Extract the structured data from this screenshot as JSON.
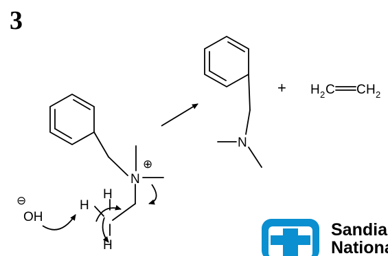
{
  "slide": {
    "step_number": "3"
  },
  "reactant": {
    "nitrogen": "N",
    "charge": "⊕",
    "h_top": "H",
    "h_bottom": "H",
    "h_left": "H"
  },
  "hydroxide": {
    "charge": "⊖",
    "label": "OH"
  },
  "products": {
    "amine_nitrogen": "N",
    "plus": "+",
    "ethylene_left": "H",
    "ethylene_left_sub": "2",
    "ethylene_c1": "C",
    "ethylene_c2": "C",
    "ethylene_right": "H",
    "ethylene_right_sub": "2"
  },
  "logo": {
    "line1": "Sandia",
    "line2": "Nationa",
    "brand_color": "#0a8fd0"
  }
}
